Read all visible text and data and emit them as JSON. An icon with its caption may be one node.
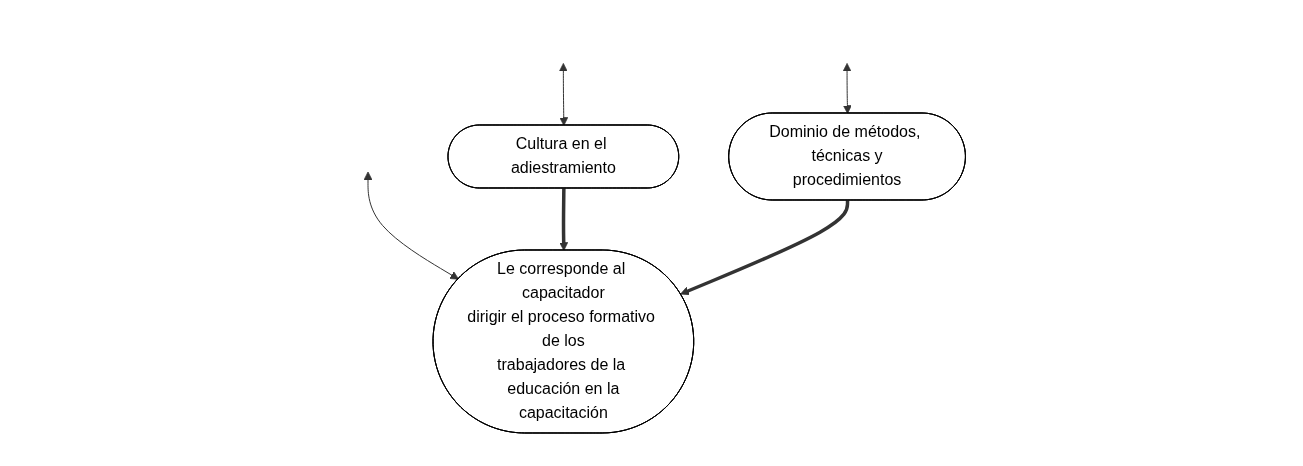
{
  "diagram": {
    "nodes": [
      {
        "text": [
          "Cultura en el adiestramiento"
        ]
      },
      {
        "text": [
          "Dominio de métodos, técnicas y procedimientos"
        ]
      },
      {
        "text": [
          "Le corresponde al capacitador dirigir el proceso formativo de los trabajadores de la educación en la capacitación"
        ]
      }
    ],
    "edges": [
      {
        "from": null,
        "to": 0,
        "arrow": "both"
      },
      {
        "from": null,
        "to": 2,
        "arrow": "both"
      },
      {
        "from": null,
        "to": 1,
        "arrow": "both"
      },
      {
        "from": 0,
        "to": 2,
        "arrow": "to",
        "style": "thick"
      },
      {
        "from": 1,
        "to": 2,
        "arrow": "to",
        "style": "thick"
      }
    ]
  }
}
